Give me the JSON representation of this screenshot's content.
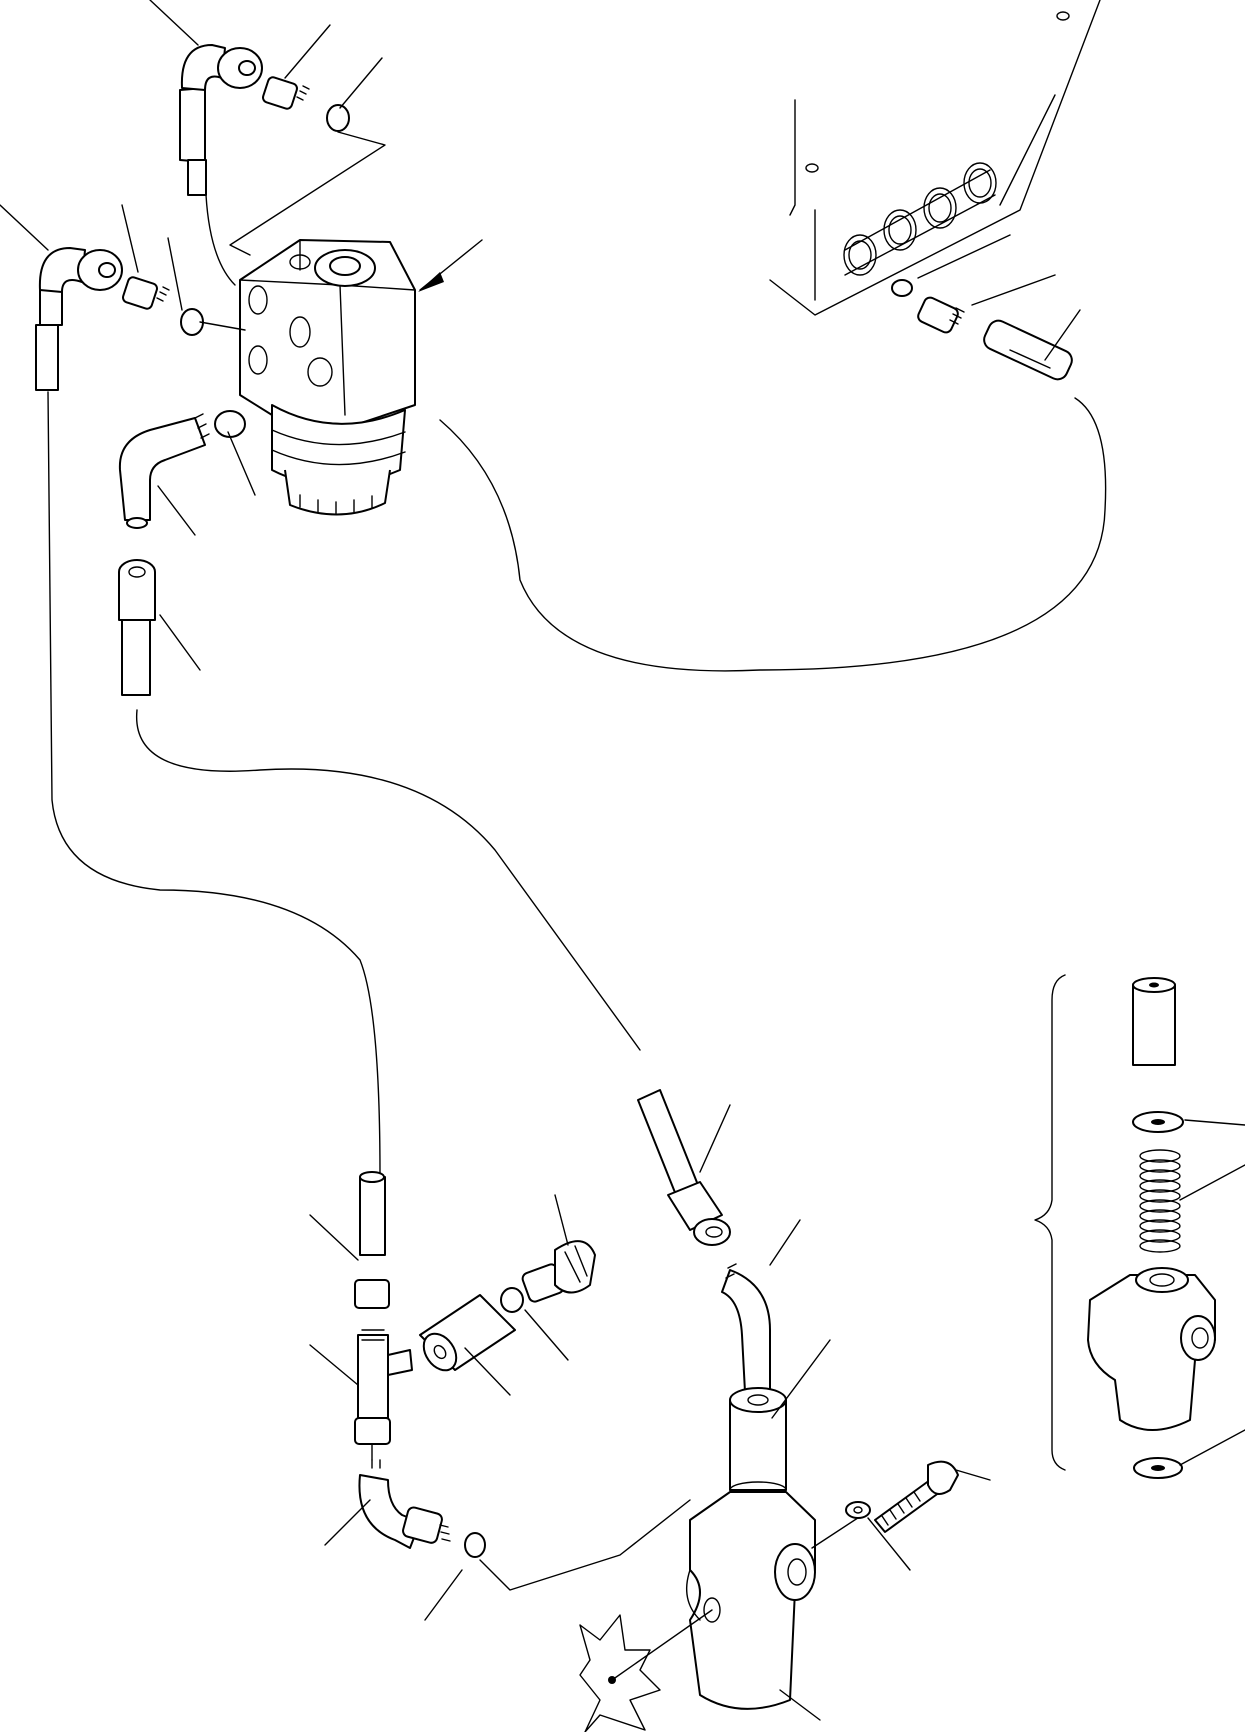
{
  "diagram": {
    "kind": "exploded-parts-view",
    "callout_labels_printed": false,
    "line_color": "#000000",
    "background": "#ffffff",
    "components": [
      "steering-unit",
      "control-valve-block",
      "hose-upper-left",
      "hose-left",
      "hose-middle",
      "return-hose",
      "tee-fitting",
      "elbow-fitting",
      "check-valve",
      "relief-valve-body",
      "mounting-bolt",
      "detail-inset"
    ]
  }
}
